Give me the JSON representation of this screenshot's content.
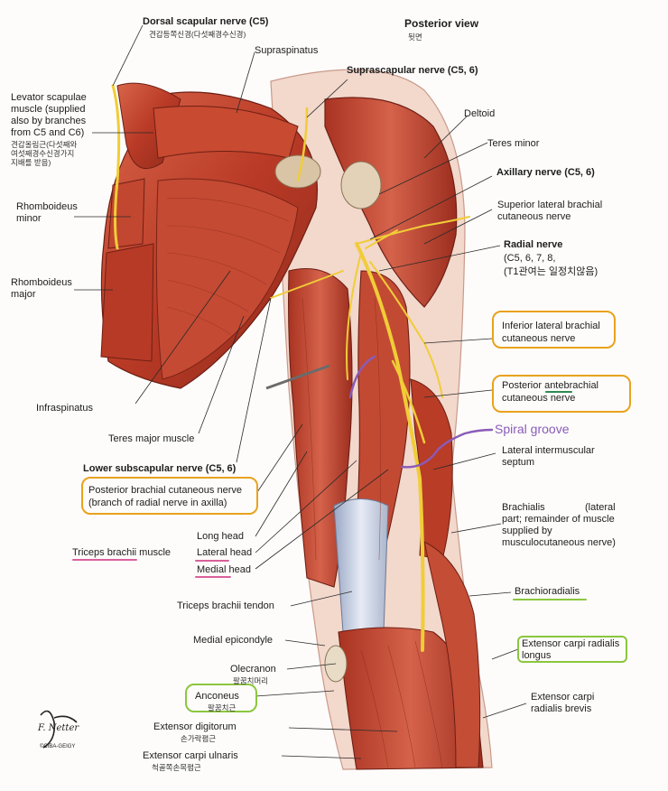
{
  "view": {
    "title": "Posterior view",
    "title_ko": "뒷면"
  },
  "labels": {
    "dorsal_scapular": "Dorsal scapular nerve (C5)",
    "dorsal_scapular_ko": "견갑등쪽신경(다섯째경수신경)",
    "supraspinatus": "Supraspinatus",
    "suprascapular": "Suprascapular nerve (C5, 6)",
    "levator_1": "Levator scapulae",
    "levator_2": "muscle (supplied",
    "levator_3": "also by branches",
    "levator_4": "from C5 and C6)",
    "levator_ko_1": "견갑올림근(다섯째와",
    "levator_ko_2": "여섯째경수신경가지",
    "levator_ko_3": "지배를 받음)",
    "deltoid": "Deltoid",
    "teres_minor": "Teres minor",
    "axillary": "Axillary nerve (C5, 6)",
    "superior_lateral_1": "Superior lateral brachial",
    "superior_lateral_2": "cutaneous nerve",
    "rhomboid_minor_1": "Rhomboideus",
    "rhomboid_minor_2": "minor",
    "radial_1": "Radial nerve",
    "radial_2": "(C5, 6, 7, 8,",
    "radial_3": "(T1관여는 일정치않음)",
    "rhomboid_major_1": "Rhomboideus",
    "rhomboid_major_2": "major",
    "inferior_lateral_1": "Inferior lateral brachial",
    "inferior_lateral_2": "cutaneous nerve",
    "posterior_ante_1": "Posterior antebrachial",
    "posterior_ante_2": "cutaneous nerve",
    "infraspinatus": "Infraspinatus",
    "spiral_groove": "Spiral groove",
    "teres_major": "Teres major muscle",
    "lateral_intermuscular_1": "Lateral intermuscular",
    "lateral_intermuscular_2": "septum",
    "lower_subscapular": "Lower subscapular nerve (C5, 6)",
    "posterior_brachial_1": "Posterior brachial cutaneous nerve",
    "posterior_brachial_2": "(branch of radial nerve in axilla)",
    "brachialis_1": "Brachialis",
    "brachialis_1b": "(lateral",
    "brachialis_2": "part; remainder of muscle",
    "brachialis_3": "supplied by",
    "brachialis_4": "musculocutaneous nerve)",
    "triceps": "Triceps brachii muscle",
    "long_head": "Long head",
    "lateral_head": "Lateral head",
    "medial_head": "Medial head",
    "brachioradialis": "Brachioradialis",
    "triceps_tendon": "Triceps brachii tendon",
    "medial_epicondyle": "Medial epicondyle",
    "ecrl_1": "Extensor carpi radialis",
    "ecrl_2": "longus",
    "olecranon": "Olecranon",
    "olecranon_ko": "팔꿈치머리",
    "anconeus": "Anconeus",
    "anconeus_ko": "팔꿈치근",
    "ecrb_1": "Extensor carpi",
    "ecrb_2": "radialis brevis",
    "ext_digitorum": "Extensor digitorum",
    "ext_digitorum_ko": "손가락폄근",
    "ext_carpi_ulnaris": "Extensor carpi ulnaris",
    "ext_carpi_ulnaris_ko": "척골쪽손목폄근",
    "signature": "F. Netter",
    "signature_sub": "©CIBA-GEIGY"
  },
  "colors": {
    "orange_highlight": "#e9a21d",
    "green_highlight": "#8cc63e",
    "purple_annotation": "#8a5bb8",
    "pink_underline": "#d9609a",
    "muscle": "#c0432d",
    "nerve": "#f0cd37"
  }
}
